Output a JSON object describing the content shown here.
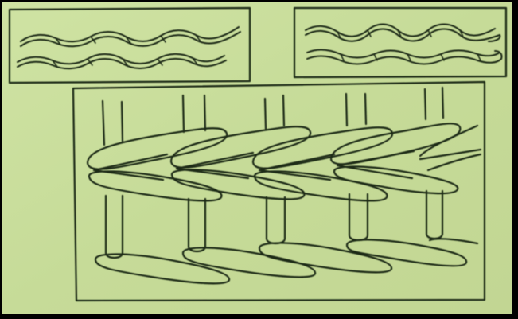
{
  "canvas": {
    "paper_color": "#c9dd9c",
    "ink_color": "#1f2a18",
    "frame_color": "#000000"
  },
  "panels": [
    {
      "id": "panel-top-left",
      "icon": "twisted-yarn-pair"
    },
    {
      "id": "panel-top-right",
      "icon": "twisted-yarn-pair"
    },
    {
      "id": "panel-bottom",
      "icon": "ladder-weave-structure"
    }
  ]
}
